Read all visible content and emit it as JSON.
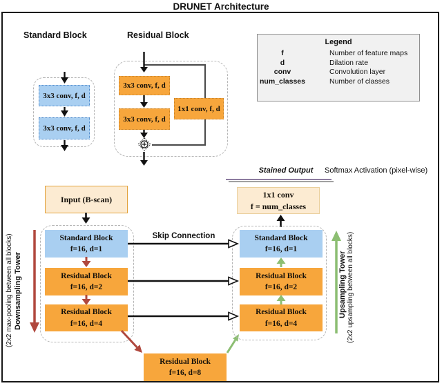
{
  "title": "DRUNET Architecture",
  "standard_block": {
    "heading": "Standard Block",
    "layers": [
      "3x3 conv, f, d",
      "3x3 conv, f, d"
    ]
  },
  "residual_block": {
    "heading": "Residual Block",
    "layers": [
      "3x3 conv, f, d",
      "3x3 conv, f, d"
    ],
    "shortcut_layer": "1x1 conv, f, d"
  },
  "legend": {
    "title": "Legend",
    "rows": [
      {
        "term": "f",
        "description": "Number of feature maps"
      },
      {
        "term": "d",
        "description": "Dilation rate"
      },
      {
        "term": "conv",
        "description": "Convolution layer"
      },
      {
        "term": "num_classes",
        "description": "Number of classes"
      }
    ]
  },
  "network": {
    "input_label": "Input (B-scan)",
    "stained_output_label": "Stained Output",
    "softmax_label": "Softmax Activation (pixel-wise)",
    "output_conv": {
      "line1": "1x1 conv",
      "line2": "f = num_classes"
    },
    "skip_connection_label": "Skip Connection",
    "downsampling": {
      "label": "Downsampling Tower",
      "sublabel": "(2x2 max-pooling between all blocks)",
      "blocks": [
        {
          "name": "Standard Block",
          "params": "f=16, d=1"
        },
        {
          "name": "Residual Block",
          "params": "f=16, d=2"
        },
        {
          "name": "Residual Block",
          "params": "f=16, d=4"
        }
      ]
    },
    "bottleneck": {
      "name": "Residual Block",
      "params": "f=16, d=8"
    },
    "upsampling": {
      "label": "Upsampling Tower",
      "sublabel": "(2x2 upsampling between all blocks)",
      "blocks": [
        {
          "name": "Standard Block",
          "params": "f=16, d=1"
        },
        {
          "name": "Residual Block",
          "params": "f=16, d=2"
        },
        {
          "name": "Residual Block",
          "params": "f=16, d=4"
        }
      ]
    }
  },
  "colors": {
    "standard_block_fill": "#A9CFF1",
    "residual_block_fill": "#F7A63C",
    "io_fill": "#FCEBD2",
    "downsample_arrow": "#B0483E",
    "upsample_arrow": "#8CBE72",
    "stained_line_purple": "#8C7BA0",
    "stained_line_gray": "#A0A0A0"
  }
}
